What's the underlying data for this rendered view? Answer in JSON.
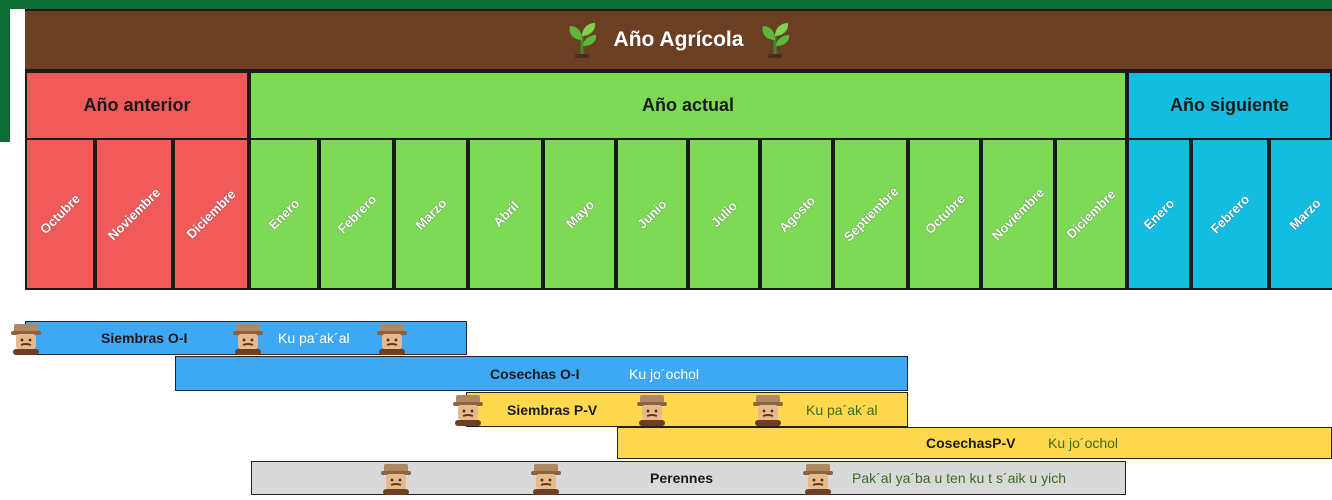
{
  "title": "Año Agrícola",
  "sections": {
    "prev": "Año anterior",
    "current": "Año actual",
    "next": "Año siguiente"
  },
  "months": {
    "prev": [
      "Octubre",
      "Noviembre",
      "Diciembre"
    ],
    "current": [
      "Enero",
      "Febrero",
      "Marzo",
      "Abril",
      "Mayo",
      "Junio",
      "Julio",
      "Agosto",
      "Septiembre",
      "Octubre",
      "Noviembre",
      "Diciembre"
    ],
    "next": [
      "Enero",
      "Febrero",
      "Marzo"
    ]
  },
  "bars": [
    {
      "label": "Siembras O-I",
      "maya": "Ku pa´ak´al"
    },
    {
      "label": "Cosechas O-I",
      "maya": "Ku jo´ochol"
    },
    {
      "label": "Siembras P-V",
      "maya": "Ku pa´ak´al"
    },
    {
      "label": "CosechasP-V",
      "maya": "Ku jo´ochol"
    },
    {
      "label": "Perennes",
      "maya": "Pak´al ya´ba u ten ku t s´aik u yich"
    }
  ],
  "colors": {
    "brown": "#6b3f24",
    "red": "#f15a5a",
    "green": "#7ed957",
    "cyan": "#14bde0",
    "blue": "#3ea8f5",
    "yellow": "#ffd84d",
    "gray": "#d9d9d9"
  },
  "icons": {
    "plant": "seedling-icon",
    "farmer": "farmer-face-icon"
  }
}
